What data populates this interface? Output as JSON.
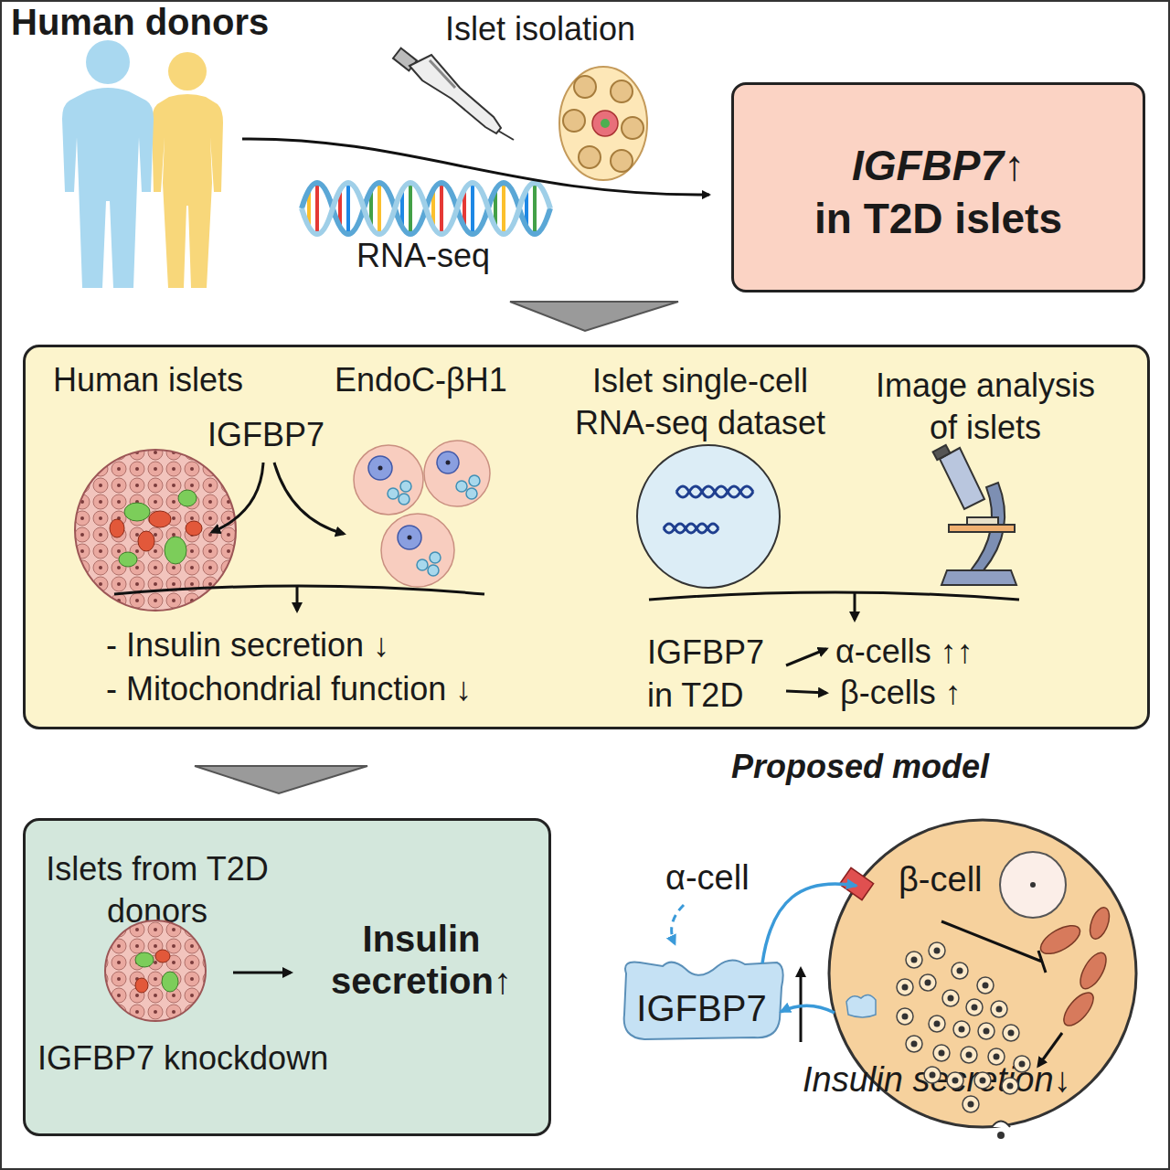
{
  "diagram": {
    "nodes": [
      {
        "text": [
          "IGFBP7↑",
          "in T2D islets"
        ]
      },
      {
        "text": [
          "Human islets",
          "EndoC-βH1",
          "IGFBP7",
          "Islet single-cell RNA-seq dataset",
          "Image analysis of islets",
          "- Insulin secretion ↓",
          "- Mitochondrial function ↓",
          "IGFBP7 in T2D",
          "α-cells ↑↑",
          "β-cells ↑"
        ]
      },
      {
        "text": [
          "Islets from T2D donors",
          "Insulin secretion↑",
          "IGFBP7 knockdown"
        ]
      },
      {
        "text": [
          "IGFBP7"
        ]
      },
      {
        "text": [
          "β-cell"
        ]
      }
    ],
    "edges": [
      {
        "from": 3,
        "to": 4,
        "arrow": "to"
      },
      {
        "from": 4,
        "to": 3,
        "arrow": "to"
      }
    ],
    "labels": [
      "Human donors",
      "Islet isolation",
      "RNA-seq",
      "Proposed model",
      "α-cell",
      "Insulin secretion↓"
    ]
  }
}
